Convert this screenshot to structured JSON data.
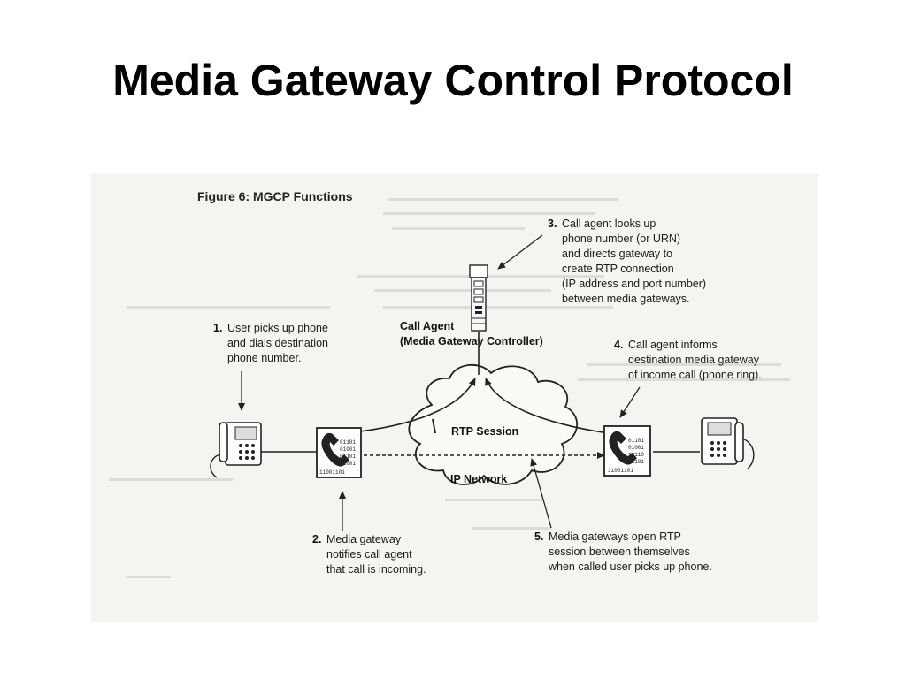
{
  "slide": {
    "title": "Media Gateway Control Protocol"
  },
  "figure": {
    "caption": "Figure 6:  MGCP Functions",
    "call_agent": {
      "line1": "Call Agent",
      "line2": "(Media Gateway Controller)"
    },
    "network": {
      "rtp_session": "RTP Session",
      "ip_network": "IP Network"
    },
    "gateway_code": [
      "01101",
      "01001",
      "01101",
      "01001",
      "10110",
      "11001101"
    ],
    "steps": [
      {
        "num": "1.",
        "lines": [
          "User picks up phone",
          "and dials destination",
          "phone number."
        ]
      },
      {
        "num": "2.",
        "lines": [
          "Media gateway",
          "notifies call agent",
          "that call is incoming."
        ]
      },
      {
        "num": "3.",
        "lines": [
          "Call agent looks up",
          "phone number (or URN)",
          "and directs gateway to",
          "create RTP connection",
          "(IP address and port number)",
          "between media gateways."
        ]
      },
      {
        "num": "4.",
        "lines": [
          "Call agent informs",
          "destination media gateway",
          "of income call (phone ring)."
        ]
      },
      {
        "num": "5.",
        "lines": [
          "Media gateways open RTP",
          "session between themselves",
          "when called user picks up phone."
        ]
      }
    ]
  }
}
